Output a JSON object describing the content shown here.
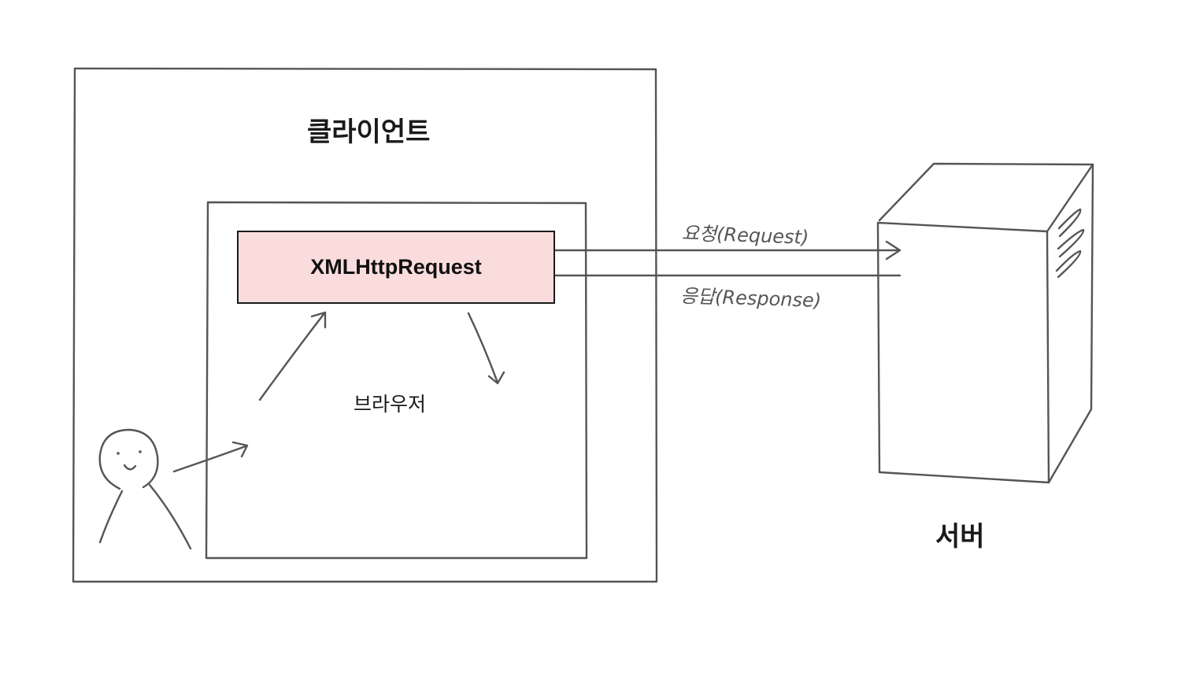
{
  "diagram": {
    "client_label": "클라이언트",
    "browser_label": "브라우저",
    "xhr_label": "XMLHttpRequest",
    "server_label": "서버",
    "request_label": "요청(Request)",
    "response_label": "응답(Response)"
  },
  "colors": {
    "xhr_fill": "#fbdcdc",
    "stroke": "#555555",
    "text": "#1a1a1a"
  },
  "icons": {
    "user": "user-icon",
    "server": "server-icon"
  }
}
